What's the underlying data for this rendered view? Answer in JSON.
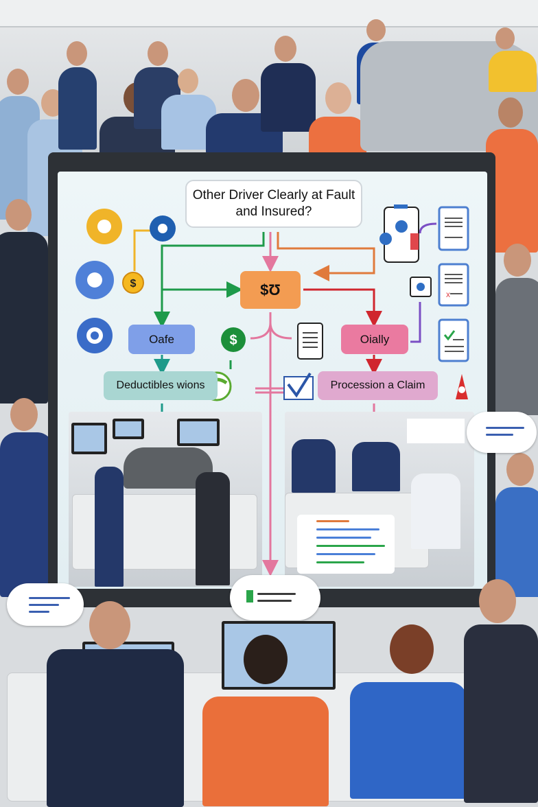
{
  "flowchart": {
    "question": "Other Driver Clearly at Fault and Insured?",
    "center_node": "$Ʊ",
    "left_node": "Oafe",
    "right_node": "Oially",
    "left_result": "Deductibles wions",
    "right_result": "Procession a Claim"
  },
  "colors": {
    "green_arrow": "#1e9a4a",
    "orange_arrow": "#e07a3c",
    "red_arrow": "#d0262e",
    "pink_arrow": "#e3779e",
    "purple_line": "#7b4fc4",
    "gold_line": "#f0b429",
    "center_box": "#f39c52",
    "left_box": "#7f9fe8",
    "right_box": "#ea7aa0",
    "left_result_box": "#a9d6d2",
    "right_result_box": "#e0a9cf",
    "frame": "#2d3136"
  }
}
